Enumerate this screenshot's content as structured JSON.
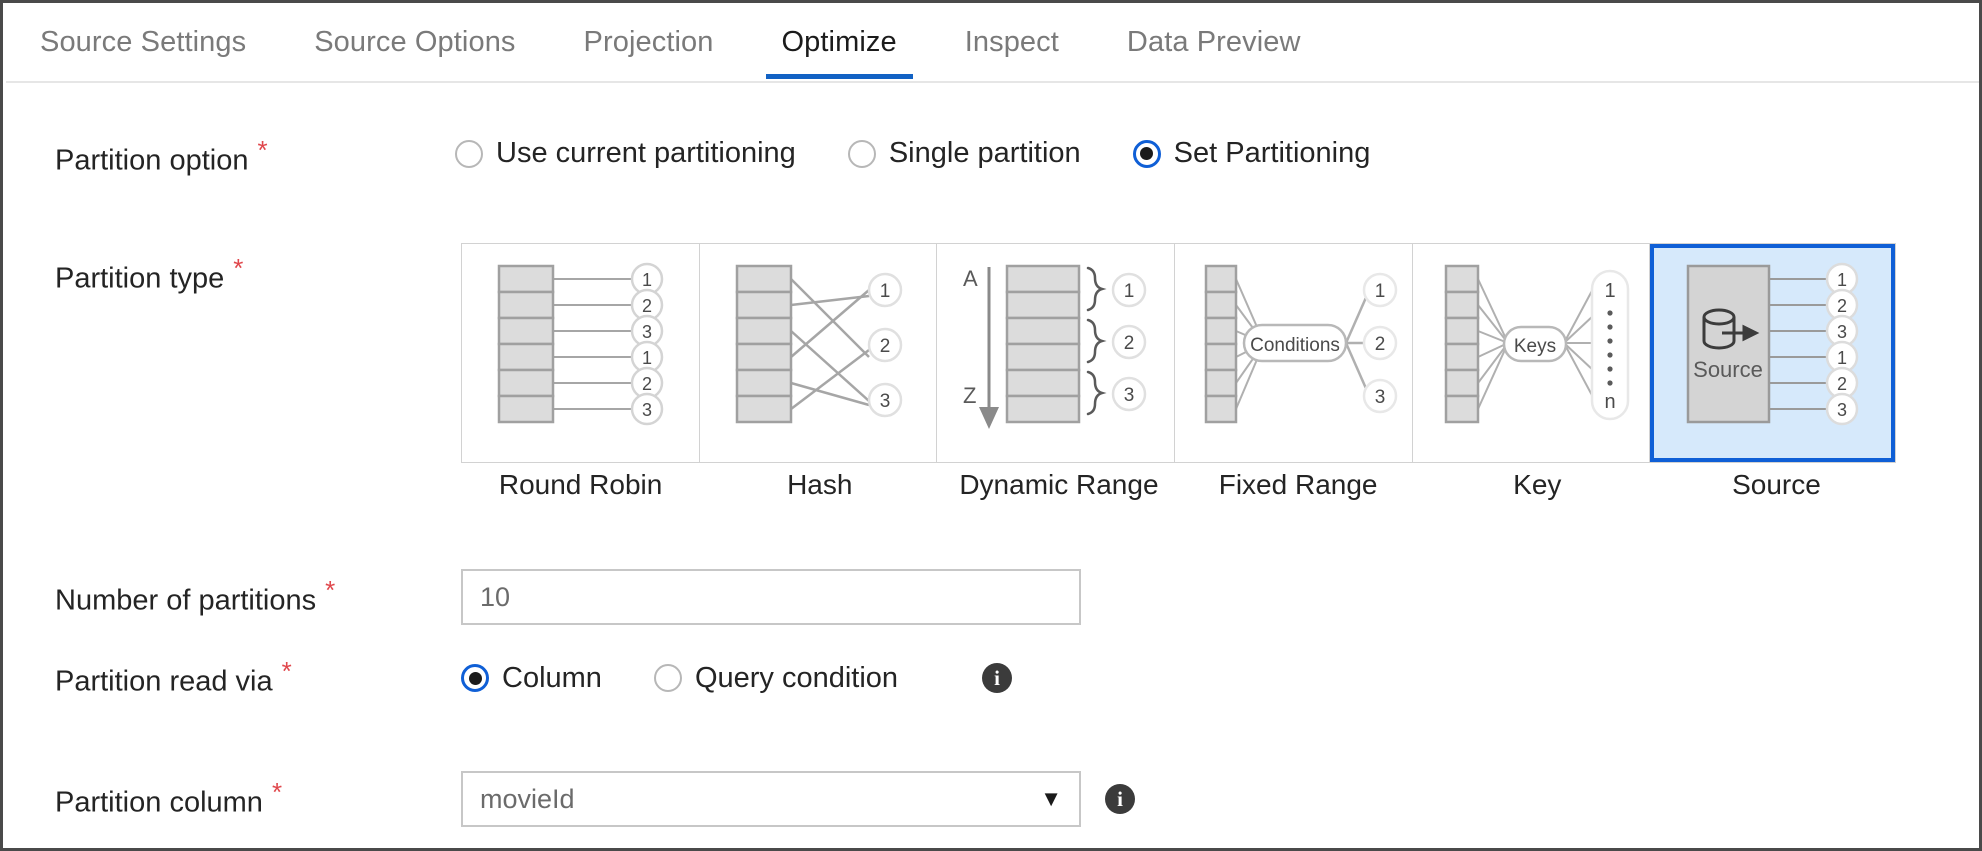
{
  "tabs": [
    {
      "label": "Source Settings",
      "active": false
    },
    {
      "label": "Source Options",
      "active": false
    },
    {
      "label": "Projection",
      "active": false
    },
    {
      "label": "Optimize",
      "active": true
    },
    {
      "label": "Inspect",
      "active": false
    },
    {
      "label": "Data Preview",
      "active": false
    }
  ],
  "accent_color": "#1262c4",
  "selected_card_color": "#d6e9fb",
  "required_marker": "*",
  "partition_option": {
    "label": "Partition option",
    "options": [
      {
        "label": "Use current partitioning",
        "checked": false
      },
      {
        "label": "Single partition",
        "checked": false
      },
      {
        "label": "Set Partitioning",
        "checked": true
      }
    ]
  },
  "partition_type": {
    "label": "Partition type",
    "cards": [
      {
        "label": "Round Robin",
        "selected": false,
        "circles": [
          "1",
          "2",
          "3",
          "1",
          "2",
          "3"
        ]
      },
      {
        "label": "Hash",
        "selected": false,
        "circles": [
          "1",
          "2",
          "3"
        ]
      },
      {
        "label": "Dynamic Range",
        "selected": false,
        "circles": [
          "1",
          "2",
          "3"
        ],
        "axis_top": "A",
        "axis_bottom": "Z"
      },
      {
        "label": "Fixed Range",
        "selected": false,
        "circles": [
          "1",
          "2",
          "3"
        ],
        "node": "Conditions"
      },
      {
        "label": "Key",
        "selected": false,
        "node": "Keys",
        "capsule_top": "1",
        "capsule_bottom": "n"
      },
      {
        "label": "Source",
        "selected": true,
        "circles": [
          "1",
          "2",
          "3",
          "1",
          "2",
          "3"
        ],
        "node": "Source"
      }
    ]
  },
  "number_of_partitions": {
    "label": "Number of partitions",
    "value": "10"
  },
  "partition_read_via": {
    "label": "Partition read via",
    "options": [
      {
        "label": "Column",
        "checked": true
      },
      {
        "label": "Query condition",
        "checked": false
      }
    ],
    "info": "i"
  },
  "partition_column": {
    "label": "Partition column",
    "value": "movieId",
    "caret": "▼",
    "info": "i"
  }
}
